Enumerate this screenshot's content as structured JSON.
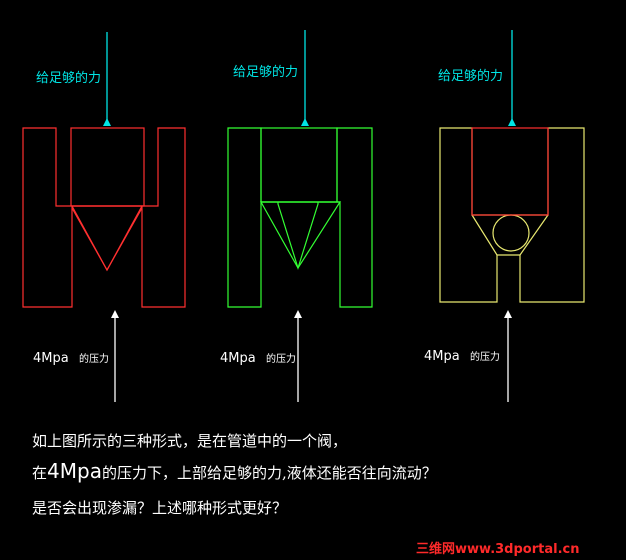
{
  "diagrams": [
    {
      "force_top_label": "给足够的力",
      "pressure_value": "4Mpa",
      "pressure_suffix": "的压力",
      "color": "#ff3030",
      "valve_shape": "cone"
    },
    {
      "force_top_label": "给足够的力",
      "pressure_value": "4Mpa",
      "pressure_suffix": "的压力",
      "color": "#33ff33",
      "valve_shape": "cone"
    },
    {
      "force_top_label": "给足够的力",
      "pressure_value": "4Mpa",
      "pressure_suffix": "的压力",
      "color": "#e8e870",
      "valve_shape": "ball",
      "stem_color": "#ff3030"
    }
  ],
  "arrow_color": "#00e5e5",
  "question": {
    "line1": "如上图所示的三种形式，是在管道中的一个阀，",
    "line2_prefix": "在",
    "line2_value": "4Mpa",
    "line2_suffix": "的压力下，上部给足够的力,液体还能否往向流动？",
    "line3": "是否会出现渗漏？上述哪种形式更好？"
  },
  "watermark": "三维网www.3dportal.cn"
}
